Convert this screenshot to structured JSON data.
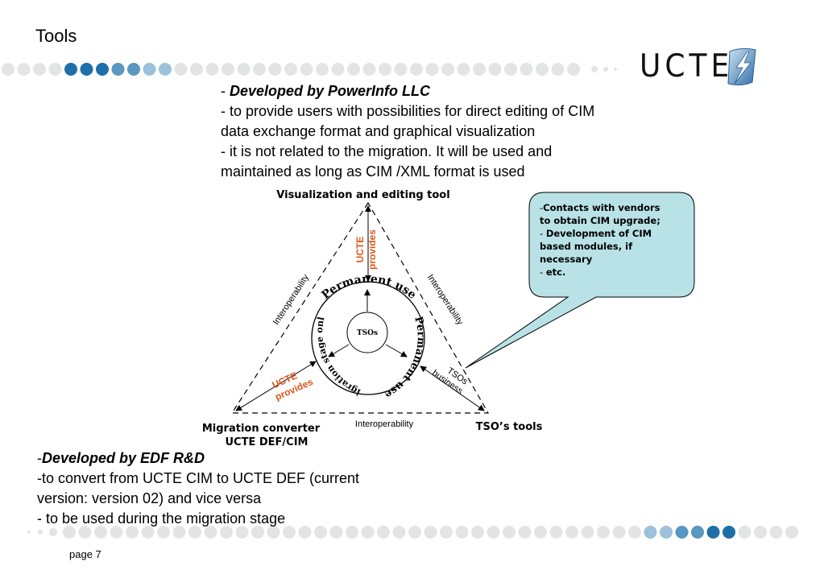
{
  "slide": {
    "title": "Tools",
    "page_label": "page 7"
  },
  "logo": {
    "text": "UCTE",
    "mark": "lightning-bolt-icon"
  },
  "colors": {
    "dot_dark": "#1e6fa8",
    "dot_mid": "#5a97c2",
    "dot_light": "#9cc1da",
    "dot_pale": "#e2e4e6",
    "accent_orange": "#e0571a",
    "callout_fill": "#b8e2e6"
  },
  "top_block": {
    "line1_prefix": "- ",
    "line1_em": "Developed by PowerInfo LLC",
    "line2": "- to provide users with possibilities for direct editing of CIM",
    "line3": "data exchange format and graphical visualization",
    "line4": "- it is not related to the migration. It will be used and",
    "line5": "maintained as long as CIM /XML format is used"
  },
  "bottom_block": {
    "line1_prefix": "-",
    "line1_em": "Developed by EDF R&D",
    "line2": "-to convert from UCTE CIM to UCTE DEF (current",
    "line3": "version: version 02) and vice versa",
    "line4": "- to be used during the migration stage"
  },
  "diagram": {
    "top_node": "Visualization and editing tool",
    "left_node_line1": "Migration converter",
    "left_node_line2": "UCTE DEF/CIM",
    "right_node": "TSO’s tools",
    "interop_left": "Interoperability",
    "interop_right": "Interoperability",
    "interop_bottom": "Interoperability",
    "ucte_provides_top_1": "UCTE",
    "ucte_provides_top_2": "provides",
    "ucte_provides_left_1": "UCTE",
    "ucte_provides_left_2": "provides",
    "tsos_business_1": "TSOs",
    "tsos_business_2": "business",
    "center": "TSOs",
    "ring_top": "Permanent use",
    "ring_right": "Permanent use",
    "ring_left": "Migration stage only"
  },
  "callout": {
    "item1": "Contacts with vendors",
    "item1b": "to obtain CIM upgrade;",
    "item2": "Development of CIM",
    "item2b": "based modules, if",
    "item2c": "necessary",
    "item3": "etc."
  }
}
